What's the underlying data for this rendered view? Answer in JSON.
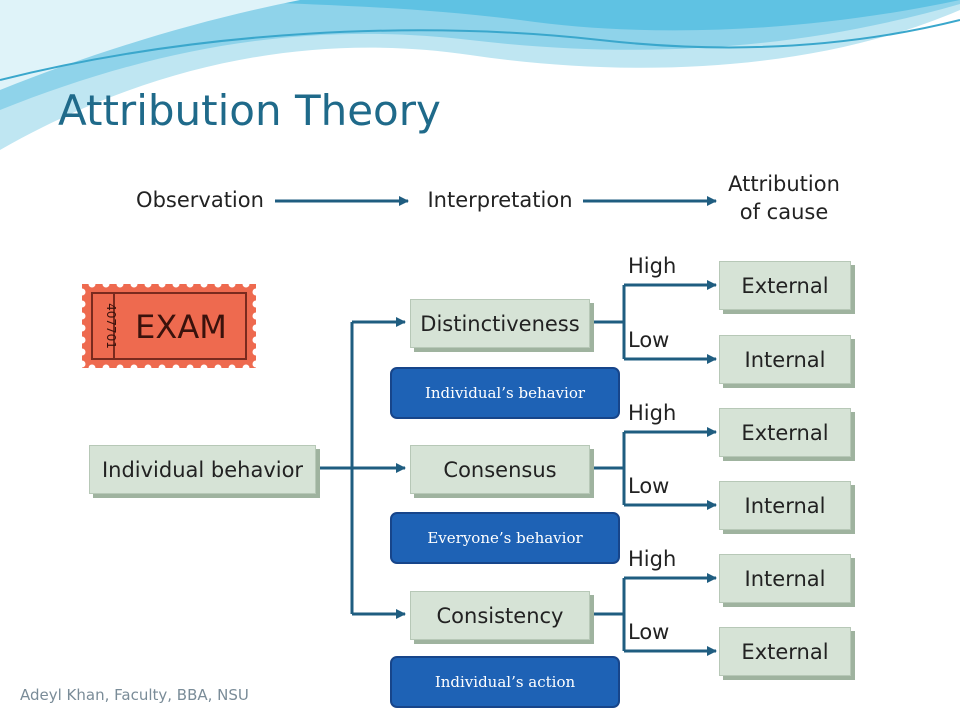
{
  "slide": {
    "title": "Attribution Theory",
    "footer": "Adeyl Khan, Faculty, BBA, NSU"
  },
  "flow": {
    "observation": "Observation",
    "interpretation": "Interpretation",
    "attribution_line1": "Attribution",
    "attribution_line2": "of cause"
  },
  "ticket": {
    "serial": "407701",
    "word": "EXAM"
  },
  "root": "Individual behavior",
  "criteria": [
    {
      "label": "Distinctiveness",
      "note": "Individual’s behavior",
      "high_label": "High",
      "high_result": "External",
      "low_label": "Low",
      "low_result": "Internal"
    },
    {
      "label": "Consensus",
      "note": "Everyone’s   behavior",
      "high_label": "High",
      "high_result": "External",
      "low_label": "Low",
      "low_result": "Internal"
    },
    {
      "label": "Consistency",
      "note": "Individual’s action",
      "high_label": "High",
      "high_result": "Internal",
      "low_label": "Low",
      "low_result": "External"
    }
  ],
  "colors": {
    "title": "#1f6a8a",
    "arrow": "#1f5d80",
    "box": "#d6e3d6",
    "pill": "#1e62b5",
    "ticket": "#ee6a4f"
  }
}
